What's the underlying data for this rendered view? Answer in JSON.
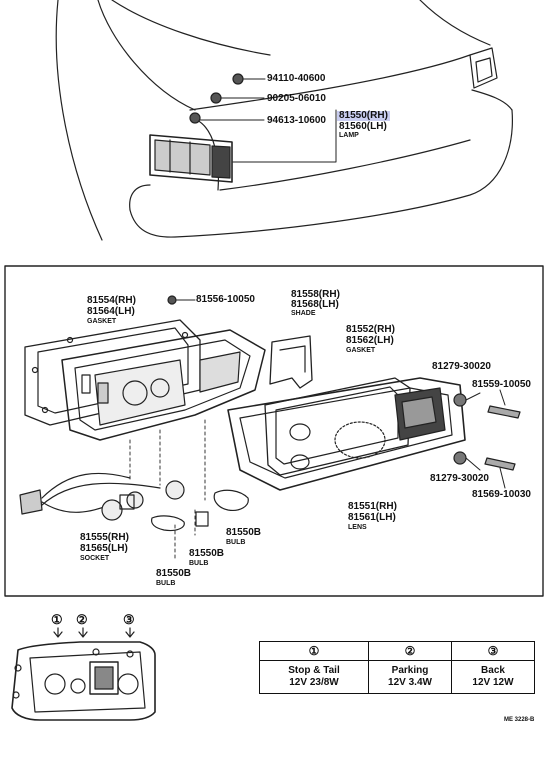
{
  "top": {
    "part_94110": "94110-40600",
    "part_90205": "90205-06010",
    "part_94613": "94613-10600",
    "lamp_rh": "81550(RH)",
    "lamp_lh": "81560(LH)",
    "lamp_name": "LAMP"
  },
  "exploded": {
    "gasket_a_rh": "81554(RH)",
    "gasket_a_lh": "81564(LH)",
    "gasket_a_name": "GASKET",
    "screw_top": "81556-10050",
    "shade_rh": "81558(RH)",
    "shade_lh": "81568(LH)",
    "shade_name": "SHADE",
    "gasket_b_rh": "81552(RH)",
    "gasket_b_lh": "81562(LH)",
    "gasket_b_name": "GASKET",
    "nut_top": "81279-30020",
    "screw_right_top": "81559-10050",
    "nut_bottom": "81279-30020",
    "screw_right_bottom": "81569-10030",
    "lens_rh": "81551(RH)",
    "lens_lh": "81561(LH)",
    "lens_name": "LENS",
    "socket_rh": "81555(RH)",
    "socket_lh": "81565(LH)",
    "socket_name": "SOCKET",
    "bulb1_part": "81550B",
    "bulb1_name": "BULB",
    "bulb2_part": "81550B",
    "bulb2_name": "BULB",
    "bulb3_part": "81550B",
    "bulb3_name": "BULB"
  },
  "legend": {
    "markers": [
      "①",
      "②",
      "③"
    ],
    "columns": [
      {
        "num": "①",
        "line1": "Stop & Tail",
        "line2": "12V 23/8W"
      },
      {
        "num": "②",
        "line1": "Parking",
        "line2": "12V 3.4W"
      },
      {
        "num": "③",
        "line1": "Back",
        "line2": "12V 12W"
      }
    ]
  },
  "footnote": "ME 3228-B"
}
